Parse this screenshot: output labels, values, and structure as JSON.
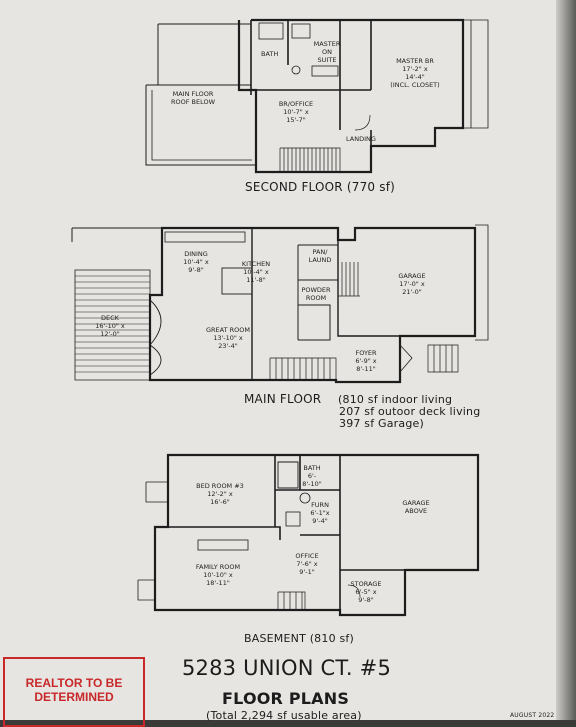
{
  "second_floor": {
    "caption": "SECOND FLOOR (770 sf)",
    "rooms": {
      "bath": "BATH",
      "master_suite": [
        "MASTER",
        "ON",
        "SUITE"
      ],
      "master_br": [
        "MASTER BR",
        "17'-2\" x",
        "14'-4\"",
        "(INCL. CLOSET)"
      ],
      "roof": [
        "MAIN FLOOR",
        "ROOF BELOW"
      ],
      "br_office": [
        "BR/OFFICE",
        "10'-7\" x",
        "15'-7\""
      ],
      "landing": "LANDING"
    }
  },
  "main_floor": {
    "caption_title": "MAIN FLOOR",
    "caption_lines": [
      "(810 sf indoor living",
      "207 sf outoor deck living",
      "397 sf Garage)"
    ],
    "rooms": {
      "dining": [
        "DINING",
        "10'-4\" x",
        "9'-8\""
      ],
      "kitchen": [
        "KITCHEN",
        "10'-4\" x",
        "11'-8\""
      ],
      "pan_laund": [
        "PAN/",
        "LAUND"
      ],
      "powder": [
        "POWDER",
        "ROOM"
      ],
      "garage": [
        "GARAGE",
        "17'-0\" x",
        "21'-0\""
      ],
      "deck": [
        "DECK",
        "16'-10\" x",
        "12'-0\""
      ],
      "great_room": [
        "GREAT ROOM",
        "13'-10\" x",
        "23'-4\""
      ],
      "foyer": [
        "FOYER",
        "6'-9\" x",
        "8'-11\""
      ]
    }
  },
  "basement": {
    "caption": "BASEMENT (810 sf)",
    "rooms": {
      "bedroom3": [
        "BED ROOM #3",
        "12'-2\" x",
        "16'-6\""
      ],
      "bath": [
        "BATH",
        "6'-",
        "8'-10\""
      ],
      "garage_above": [
        "GARAGE",
        "ABOVE"
      ],
      "furn": [
        "FURN",
        "6'-1\"x",
        "9'-4\""
      ],
      "office": [
        "OFFICE",
        "7'-6\" x",
        "9'-1\""
      ],
      "family_room": [
        "FAMILY ROOM",
        "10'-10\" x",
        "18'-11\""
      ],
      "storage": [
        "STORAGE",
        "6'-5\" x",
        "9'-8\""
      ]
    }
  },
  "realtor_box": [
    "REALTOR TO BE",
    "DETERMINED"
  ],
  "title": {
    "address": "5283 UNION CT. #5",
    "subtitle": "FLOOR PLANS",
    "total": "(Total 2,294 sf usable area)",
    "corner_note": "AUGUST 2022"
  },
  "colors": {
    "paper": "#e6e5e1",
    "line": "#1d1d1d",
    "realtor_red": "#c8282a"
  }
}
